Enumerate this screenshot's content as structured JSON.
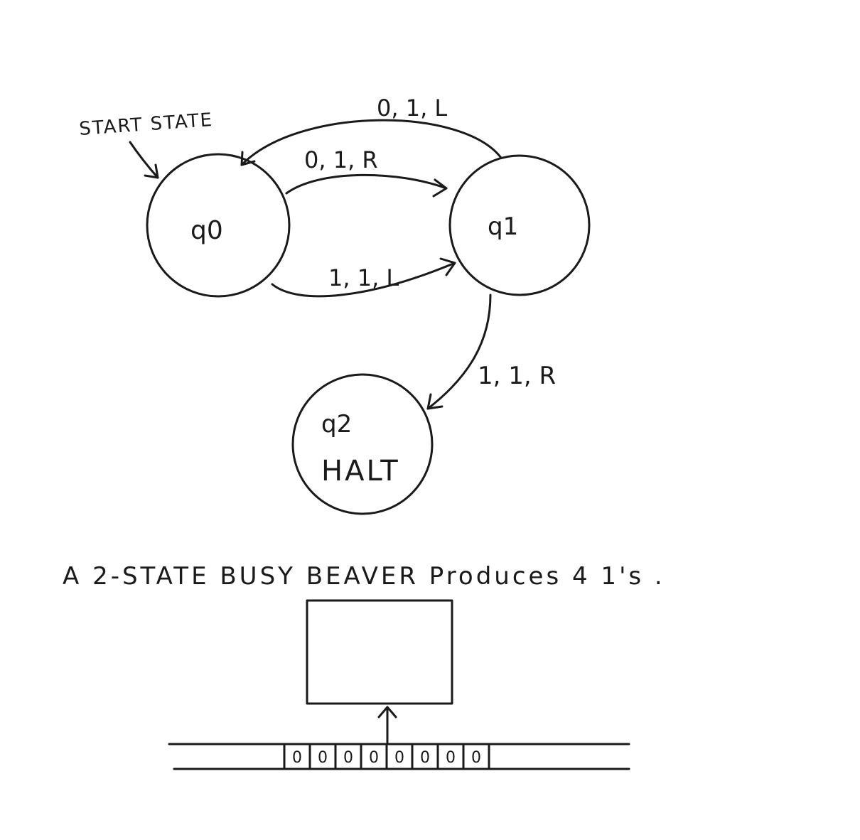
{
  "start_label": "START STATE",
  "states": {
    "q0": "q0",
    "q1": "q1",
    "q2": "q2",
    "q2_sub": "HALT"
  },
  "transitions": {
    "q1_to_q0_top": "0, 1, L",
    "q0_to_q1_upper": "0, 1, R",
    "q0_to_q1_lower": "1, 1, L",
    "q1_to_q2": "1, 1, R"
  },
  "caption": "A 2-STATE BUSY BEAVER Produces 4 1's .",
  "tape": {
    "cells": [
      "0",
      "0",
      "0",
      "0",
      "0",
      "0",
      "0",
      "0"
    ]
  }
}
